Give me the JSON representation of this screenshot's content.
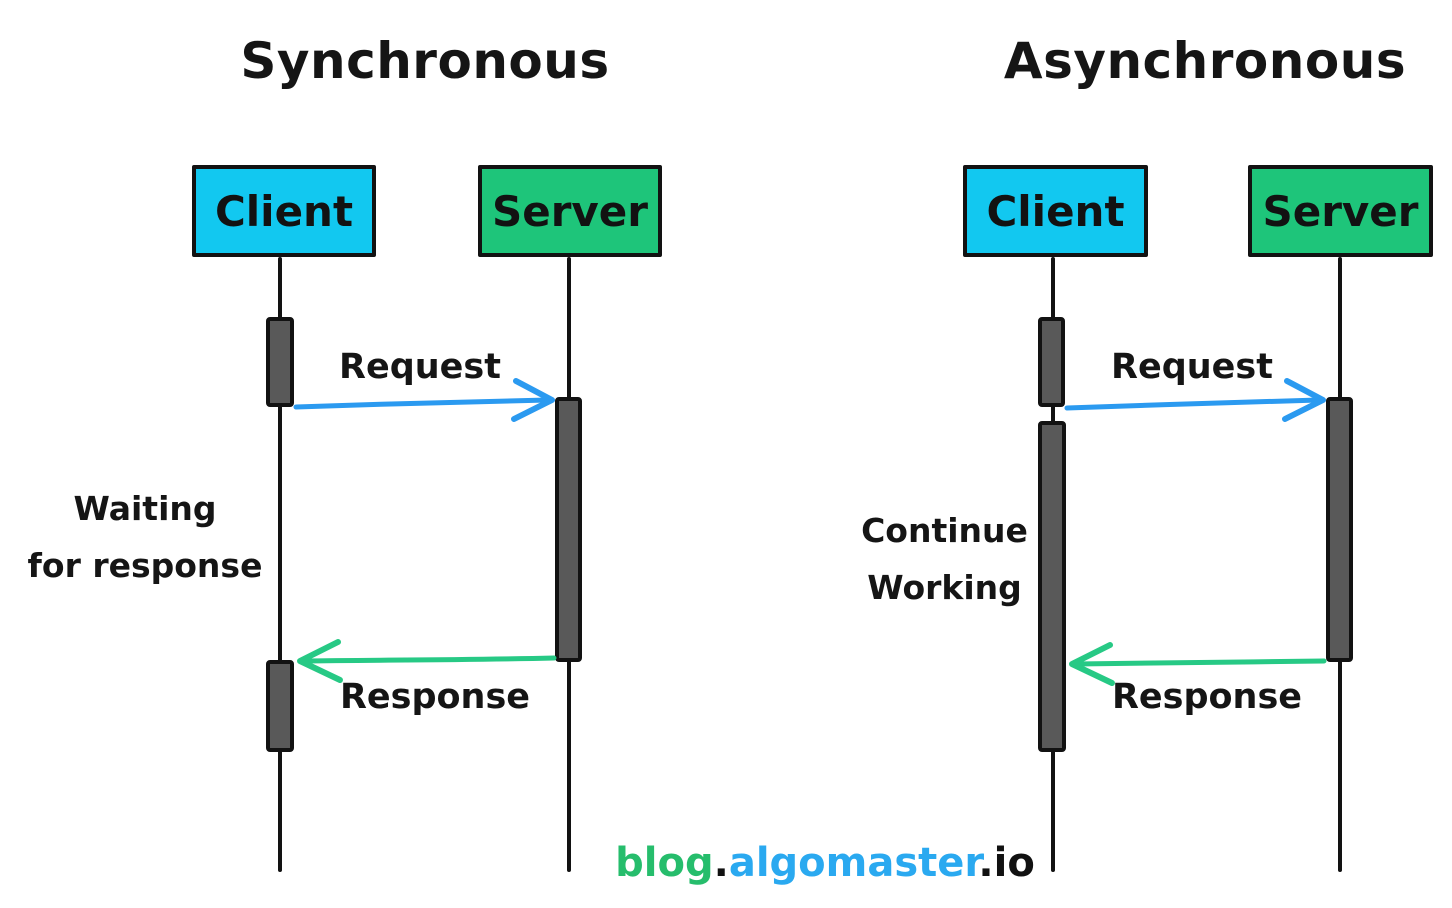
{
  "colors": {
    "client_fill": "#12C8F0",
    "server_fill": "#1EC57A",
    "activation_fill": "#595959",
    "request_arrow": "#2B9AF0",
    "response_arrow": "#27C985",
    "footer_green": "#26BD6C",
    "footer_blue": "#2AA9F0",
    "footer_dark": "#111111"
  },
  "sync": {
    "title": "Synchronous",
    "client_label": "Client",
    "server_label": "Server",
    "request_label": "Request",
    "response_label": "Response",
    "note_line1": "Waiting",
    "note_line2": "for response"
  },
  "async": {
    "title": "Asynchronous",
    "client_label": "Client",
    "server_label": "Server",
    "request_label": "Request",
    "response_label": "Response",
    "note_line1": "Continue",
    "note_line2": "Working"
  },
  "footer": {
    "segment1": "blog",
    "dot1": ".",
    "segment2": "algomaster",
    "dot2": ".",
    "segment3": "io"
  }
}
